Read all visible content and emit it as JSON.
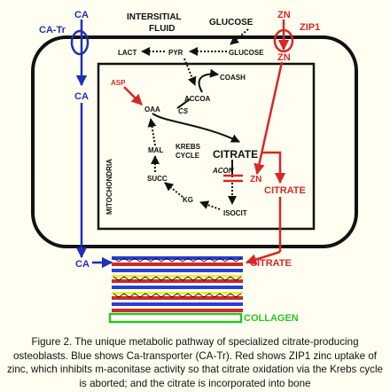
{
  "labels": {
    "ca_top": "CA",
    "ca_tr": "CA-Tr",
    "interstitial": "INTERSITIAL",
    "fluid": "FLUID",
    "glucose_out": "GLUCOSE",
    "zn_top": "ZN",
    "zip1": "ZIP1",
    "zn_in": "ZN",
    "ca_mid": "CA",
    "lact": "LACT",
    "pyr": "PYR",
    "glucose_in": "GLUCOSE",
    "asp": "ASP",
    "coash": "COASH",
    "accoa": "ACCOA",
    "oaa": "OAA",
    "cs": "CS",
    "mitochondria": "MITOCHONDRIA",
    "mal": "MAL",
    "krebs": "KREBS",
    "cycle": "CYCLE",
    "citrate_mito": "CITRATE",
    "acon": "ACON",
    "zn_mito": "ZN",
    "citrate_cyto": "CITRATE",
    "succ": "SUCC",
    "kg": "KG",
    "isocit": "ISOCIT",
    "ca_bone": "CA",
    "citrate_bone": "CITRATE",
    "collagen": "COLLAGEN"
  },
  "caption": "Figure 2. The unique metabolic pathway of specialized citrate-producing osteoblasts. Blue shows Ca-transporter (CA-Tr). Red shows ZIP1 zinc uptake of zinc, which inhibits m-aconitase activity so that citrate oxidation via the Krebs cycle is aborted; and the citrate is incorporated into bone",
  "colors": {
    "blue": "#1f2fb8",
    "red": "#d62828",
    "black": "#111111",
    "green": "#2fc12f",
    "bone_blue": "#2a3fd6",
    "bone_red": "#d02a2a",
    "bone_yellow": "#f2ee2a"
  }
}
